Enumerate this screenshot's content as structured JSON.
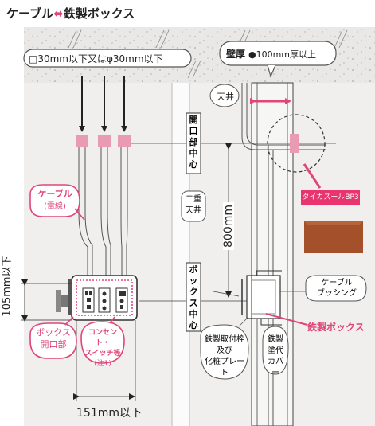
{
  "title": {
    "left": "ケーブル",
    "arrow": "⬌",
    "right": "鉄製ボックス"
  },
  "labels": {
    "conduit_size": "□30mm以下又はφ30mm以下",
    "wall_thickness_label": "壁厚",
    "wall_thickness_value": "●100mm厚以上",
    "ceiling": "天井",
    "opening_center": [
      "開",
      "口",
      "部",
      "中",
      "心"
    ],
    "double_ceiling": [
      "二重",
      "天井"
    ],
    "distance": "800mm",
    "box_center": [
      "ボ",
      "ッ",
      "ク",
      "ス",
      "中",
      "心"
    ],
    "cable": "ケーブル",
    "cable_sub": "(電線)",
    "product": "タイカスールBP3",
    "bushing": [
      "ケーブル",
      "ブッシング"
    ],
    "steel_box": "鉄製ボックス",
    "box_opening": [
      "ボックス",
      "開口部"
    ],
    "outlet": [
      "コンセント・",
      "スイッチ等"
    ],
    "note": "(注1)",
    "mount_frame": [
      "鉄製取付枠",
      "及び",
      "化粧プレート"
    ],
    "steel_cover": [
      "鉄製",
      "塗代",
      "カバー"
    ],
    "height_dim": "105mm以下",
    "width_dim": "151mm以下"
  },
  "colors": {
    "accent": "#e0457b",
    "badge_bg": "#e8356f",
    "pad": "#a4502a",
    "wall": "#f0efed",
    "slab": "#e9e8e6"
  }
}
